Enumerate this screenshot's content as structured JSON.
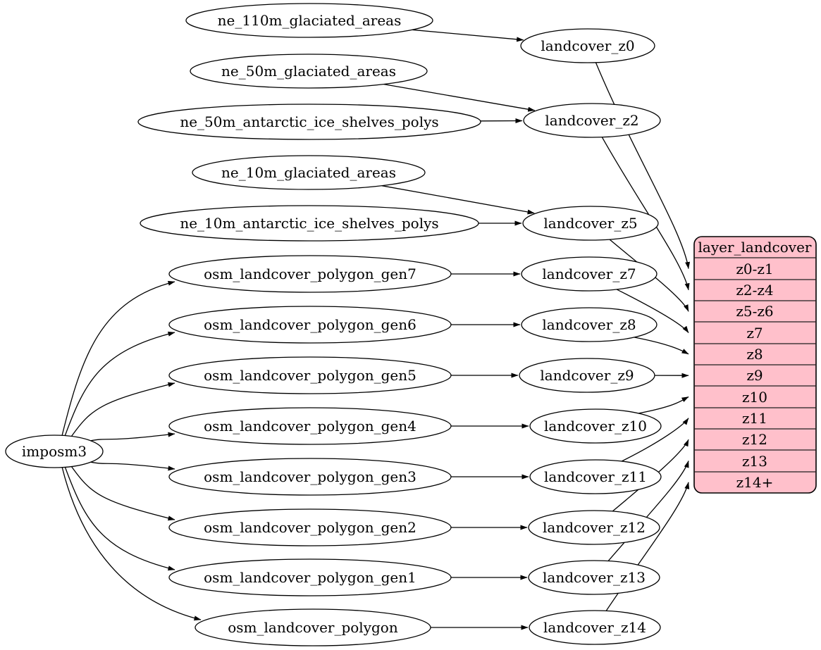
{
  "diagram": {
    "kind": "etl-dependency-graph"
  },
  "colors": {
    "background": "#ffffff",
    "node_fill": "#ffffff",
    "stroke": "#000000",
    "record_fill": "#ffc0cb"
  },
  "nodes": {
    "imposm3": {
      "label": "imposm3"
    },
    "ne_110m_glaciated_areas": {
      "label": "ne_110m_glaciated_areas"
    },
    "ne_50m_glaciated_areas": {
      "label": "ne_50m_glaciated_areas"
    },
    "ne_50m_antarctic_ice_shelves_polys": {
      "label": "ne_50m_antarctic_ice_shelves_polys"
    },
    "ne_10m_glaciated_areas": {
      "label": "ne_10m_glaciated_areas"
    },
    "ne_10m_antarctic_ice_shelves_polys": {
      "label": "ne_10m_antarctic_ice_shelves_polys"
    },
    "osm_landcover_polygon_gen7": {
      "label": "osm_landcover_polygon_gen7"
    },
    "osm_landcover_polygon_gen6": {
      "label": "osm_landcover_polygon_gen6"
    },
    "osm_landcover_polygon_gen5": {
      "label": "osm_landcover_polygon_gen5"
    },
    "osm_landcover_polygon_gen4": {
      "label": "osm_landcover_polygon_gen4"
    },
    "osm_landcover_polygon_gen3": {
      "label": "osm_landcover_polygon_gen3"
    },
    "osm_landcover_polygon_gen2": {
      "label": "osm_landcover_polygon_gen2"
    },
    "osm_landcover_polygon_gen1": {
      "label": "osm_landcover_polygon_gen1"
    },
    "osm_landcover_polygon": {
      "label": "osm_landcover_polygon"
    },
    "landcover_z0": {
      "label": "landcover_z0"
    },
    "landcover_z2": {
      "label": "landcover_z2"
    },
    "landcover_z5": {
      "label": "landcover_z5"
    },
    "landcover_z7": {
      "label": "landcover_z7"
    },
    "landcover_z8": {
      "label": "landcover_z8"
    },
    "landcover_z9": {
      "label": "landcover_z9"
    },
    "landcover_z10": {
      "label": "landcover_z10"
    },
    "landcover_z11": {
      "label": "landcover_z11"
    },
    "landcover_z12": {
      "label": "landcover_z12"
    },
    "landcover_z13": {
      "label": "landcover_z13"
    },
    "landcover_z14": {
      "label": "landcover_z14"
    }
  },
  "record": {
    "title": "layer_landcover",
    "rows": [
      "z0-z1",
      "z2-z4",
      "z5-z6",
      "z7",
      "z8",
      "z9",
      "z10",
      "z11",
      "z12",
      "z13",
      "z14+"
    ],
    "fill_color": "#ffc0cb"
  },
  "edges": [
    {
      "from": "ne_110m_glaciated_areas",
      "to": "landcover_z0"
    },
    {
      "from": "ne_50m_glaciated_areas",
      "to": "landcover_z2"
    },
    {
      "from": "ne_50m_antarctic_ice_shelves_polys",
      "to": "landcover_z2"
    },
    {
      "from": "ne_10m_glaciated_areas",
      "to": "landcover_z5"
    },
    {
      "from": "ne_10m_antarctic_ice_shelves_polys",
      "to": "landcover_z5"
    },
    {
      "from": "imposm3",
      "to": "osm_landcover_polygon_gen7"
    },
    {
      "from": "imposm3",
      "to": "osm_landcover_polygon_gen6"
    },
    {
      "from": "imposm3",
      "to": "osm_landcover_polygon_gen5"
    },
    {
      "from": "imposm3",
      "to": "osm_landcover_polygon_gen4"
    },
    {
      "from": "imposm3",
      "to": "osm_landcover_polygon_gen3"
    },
    {
      "from": "imposm3",
      "to": "osm_landcover_polygon_gen2"
    },
    {
      "from": "imposm3",
      "to": "osm_landcover_polygon_gen1"
    },
    {
      "from": "imposm3",
      "to": "osm_landcover_polygon"
    },
    {
      "from": "osm_landcover_polygon_gen7",
      "to": "landcover_z7"
    },
    {
      "from": "osm_landcover_polygon_gen6",
      "to": "landcover_z8"
    },
    {
      "from": "osm_landcover_polygon_gen5",
      "to": "landcover_z9"
    },
    {
      "from": "osm_landcover_polygon_gen4",
      "to": "landcover_z10"
    },
    {
      "from": "osm_landcover_polygon_gen3",
      "to": "landcover_z11"
    },
    {
      "from": "osm_landcover_polygon_gen2",
      "to": "landcover_z12"
    },
    {
      "from": "osm_landcover_polygon_gen1",
      "to": "landcover_z13"
    },
    {
      "from": "osm_landcover_polygon",
      "to": "landcover_z14"
    },
    {
      "from": "landcover_z0",
      "to": "layer_landcover",
      "port": "z0-z1"
    },
    {
      "from": "landcover_z2",
      "to": "layer_landcover",
      "port": "z2-z4"
    },
    {
      "from": "landcover_z5",
      "to": "layer_landcover",
      "port": "z5-z6"
    },
    {
      "from": "landcover_z7",
      "to": "layer_landcover",
      "port": "z7"
    },
    {
      "from": "landcover_z8",
      "to": "layer_landcover",
      "port": "z8"
    },
    {
      "from": "landcover_z9",
      "to": "layer_landcover",
      "port": "z9"
    },
    {
      "from": "landcover_z10",
      "to": "layer_landcover",
      "port": "z10"
    },
    {
      "from": "landcover_z11",
      "to": "layer_landcover",
      "port": "z11"
    },
    {
      "from": "landcover_z12",
      "to": "layer_landcover",
      "port": "z12"
    },
    {
      "from": "landcover_z13",
      "to": "layer_landcover",
      "port": "z13"
    },
    {
      "from": "landcover_z14",
      "to": "layer_landcover",
      "port": "z14+"
    }
  ]
}
